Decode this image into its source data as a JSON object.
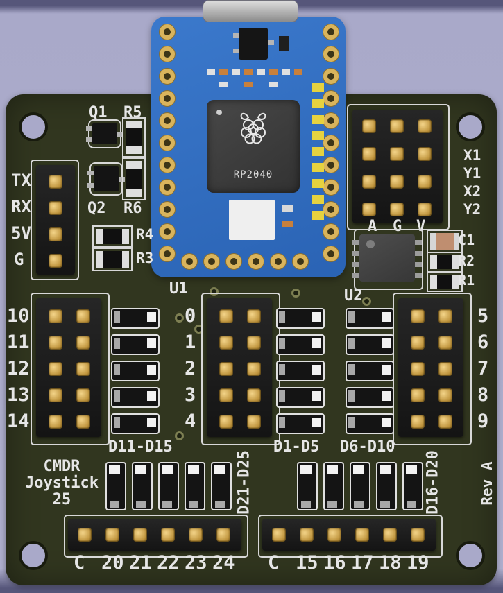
{
  "module": {
    "chip_label": "RP2040"
  },
  "silkscreen": {
    "refdes": {
      "q1": "Q1",
      "r5": "R5",
      "q2": "Q2",
      "r6": "R6",
      "r4": "R4",
      "r3": "R3",
      "u1": "U1",
      "u2": "U2",
      "c1": "C1",
      "r2": "R2",
      "r1": "R1"
    },
    "uart_labels": [
      "TX",
      "RX",
      "5V",
      "G"
    ],
    "axis_labels": [
      "X1",
      "Y1",
      "X2",
      "Y2"
    ],
    "agv_labels": [
      "A",
      "G",
      "V"
    ],
    "io_left": [
      "10",
      "11",
      "12",
      "13",
      "14"
    ],
    "io_center": [
      "0",
      "1",
      "2",
      "3",
      "4"
    ],
    "io_right": [
      "5",
      "6",
      "7",
      "8",
      "9"
    ],
    "diode_groups": {
      "mid_left": "D11-D15",
      "mid_center": "D1-D5",
      "mid_right": "D6-D10",
      "bottom_left": "D21-D25",
      "bottom_right": "D16-D20"
    },
    "board_name": [
      "CMDR",
      "Joystick",
      "25"
    ],
    "revision": "Rev A",
    "bottom_left_pins": [
      "C",
      "20",
      "21",
      "22",
      "23",
      "24"
    ],
    "bottom_right_pins": [
      "C",
      "15",
      "16",
      "17",
      "18",
      "19"
    ]
  },
  "colors": {
    "background": "#a9a9c9",
    "board_substrate": "#31361f",
    "module_blue": "#2f6cc0",
    "pad_gold": "#d9b45c",
    "silkscreen_white": "#e6e6e6"
  }
}
